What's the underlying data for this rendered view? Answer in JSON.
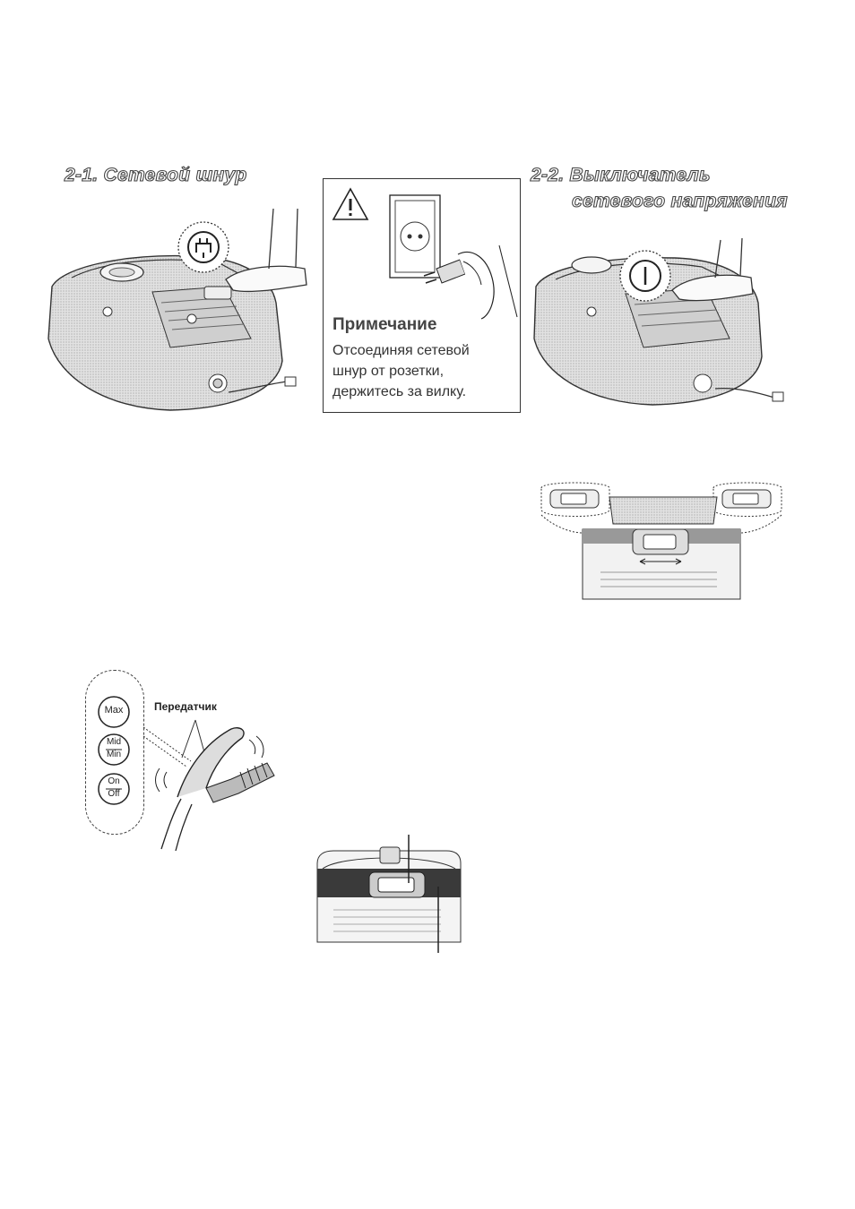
{
  "section_power_cord": {
    "heading": "2-1. Сетевой шнур"
  },
  "section_power_switch": {
    "heading_line1": "2-2. Выключатель",
    "heading_line2": "сетевого напряжения"
  },
  "note": {
    "title": "Примечание",
    "lines": [
      "Отсоединяя сетевой",
      "шнур от розетки,",
      "держитесь за вилку."
    ]
  },
  "remote": {
    "transmitter_label": "Передатчик",
    "buttons": [
      {
        "top": "Max",
        "bottom": ""
      },
      {
        "top": "Mid",
        "bottom": "Min"
      },
      {
        "top": "On",
        "bottom": "Off"
      }
    ]
  }
}
